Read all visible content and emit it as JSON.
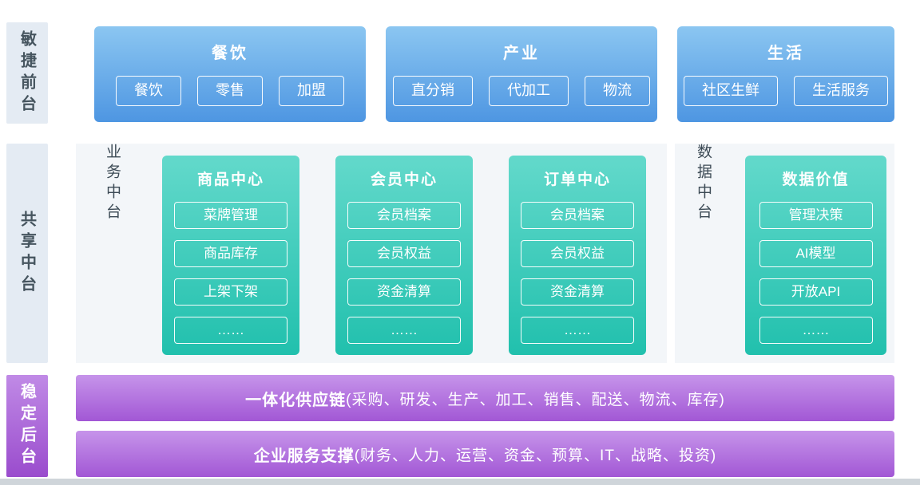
{
  "front": {
    "label": "敏捷前台",
    "groups": [
      {
        "title": "餐饮",
        "items": [
          "餐饮",
          "零售",
          "加盟"
        ]
      },
      {
        "title": "产业",
        "items": [
          "直分销",
          "代加工",
          "物流"
        ]
      },
      {
        "title": "生活",
        "items": [
          "社区生鲜",
          "生活服务"
        ]
      }
    ]
  },
  "middle": {
    "label": "共享中台",
    "business": {
      "label": "业务中台",
      "centers": [
        {
          "title": "商品中心",
          "items": [
            "菜牌管理",
            "商品库存",
            "上架下架",
            "……"
          ]
        },
        {
          "title": "会员中心",
          "items": [
            "会员档案",
            "会员权益",
            "资金清算",
            "……"
          ]
        },
        {
          "title": "订单中心",
          "items": [
            "会员档案",
            "会员权益",
            "资金清算",
            "……"
          ]
        }
      ]
    },
    "data": {
      "label": "数据中台",
      "centers": [
        {
          "title": "数据价值",
          "items": [
            "管理决策",
            "AI模型",
            "开放API",
            "……"
          ]
        }
      ]
    }
  },
  "back": {
    "label": "稳定后台",
    "bars": [
      {
        "bold": "一体化供应链",
        "rest": "(采购、研发、生产、加工、销售、配送、物流、库存)"
      },
      {
        "bold": "企业服务支撑",
        "rest": "(财务、人力、运营、资金、预算、IT、战略、投资)"
      }
    ]
  },
  "colors": {
    "front_card_top": "#8bc6f1",
    "front_card_bottom": "#4e96e2",
    "center_card_top": "#63d9cb",
    "center_card_bottom": "#21c0ad",
    "back_bar_top": "#c694ea",
    "back_bar_bottom": "#a257d5",
    "side_label_bg": "#e4ebf3",
    "panel_bg": "#f3f6f9"
  }
}
